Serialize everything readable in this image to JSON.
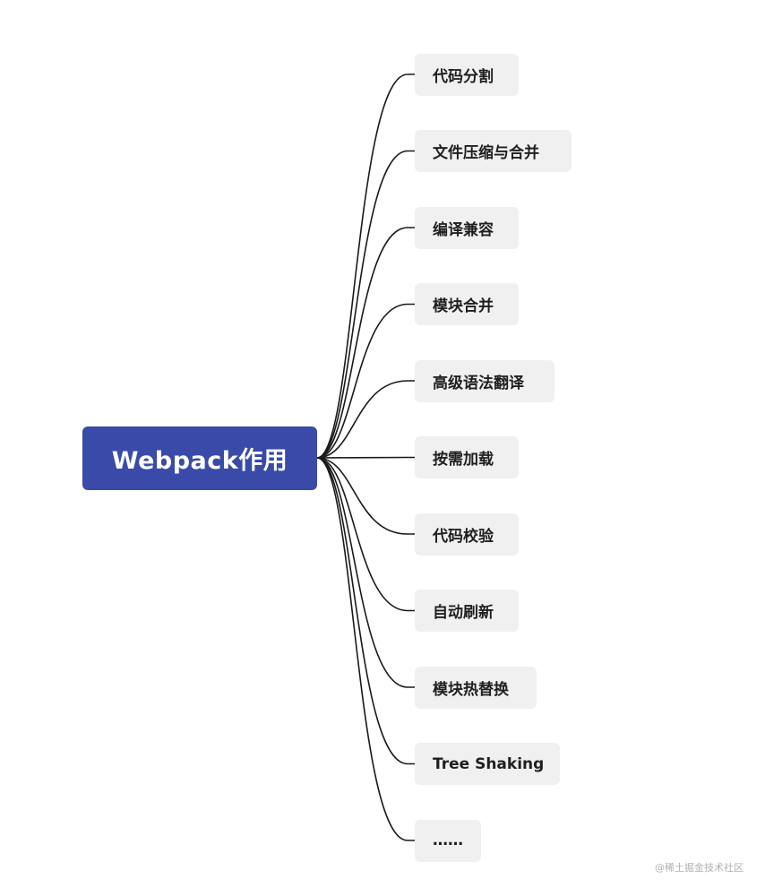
{
  "root": {
    "label": "Webpack作用",
    "color": "#3a4aa8"
  },
  "branches": [
    {
      "label": "代码分割"
    },
    {
      "label": "文件压缩与合并"
    },
    {
      "label": "编译兼容"
    },
    {
      "label": "模块合并"
    },
    {
      "label": "高级语法翻译"
    },
    {
      "label": "按需加载"
    },
    {
      "label": "代码校验"
    },
    {
      "label": "自动刷新"
    },
    {
      "label": "模块热替换"
    },
    {
      "label": "Tree Shaking"
    },
    {
      "label": "……"
    }
  ],
  "watermark": "@稀土掘金技术社区",
  "connector_color": "#1a1a1a"
}
